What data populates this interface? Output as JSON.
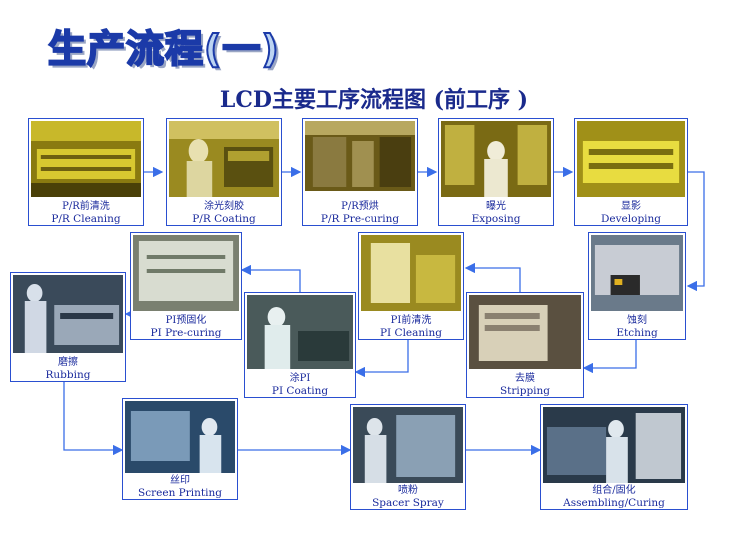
{
  "title": "生产流程(一)",
  "subtitle": "LCD主要工序流程图 (前工序 )",
  "steps": [
    {
      "zh": "P/R前清洗",
      "en": "P/R Cleaning"
    },
    {
      "zh": "涂光刻胶",
      "en": "P/R Coating"
    },
    {
      "zh": "P/R预烘",
      "en": "P/R Pre-curing"
    },
    {
      "zh": "曝光",
      "en": "Exposing"
    },
    {
      "zh": "显影",
      "en": "Developing"
    },
    {
      "zh": "蚀刻",
      "en": "Etching"
    },
    {
      "zh": "去膜",
      "en": "Stripping"
    },
    {
      "zh": "PI前清洗",
      "en": "PI Cleaning"
    },
    {
      "zh": "涂PI",
      "en": "PI Coating"
    },
    {
      "zh": "PI预固化",
      "en": "PI Pre-curing"
    },
    {
      "zh": "磨擦",
      "en": "Rubbing"
    },
    {
      "zh": "丝印",
      "en": "Screen Printing"
    },
    {
      "zh": "喷粉",
      "en": "Spacer Spray"
    },
    {
      "zh": "组合/固化",
      "en": "Assembling/Curing"
    }
  ],
  "colors": {
    "frame": "#2a4fd0",
    "caption": "#1a2a9c",
    "arrow": "#3a6ee8",
    "title_fill": "#bcd4f2",
    "title_stroke": "#1b3aa8",
    "subtitle": "#1a2a8c"
  }
}
